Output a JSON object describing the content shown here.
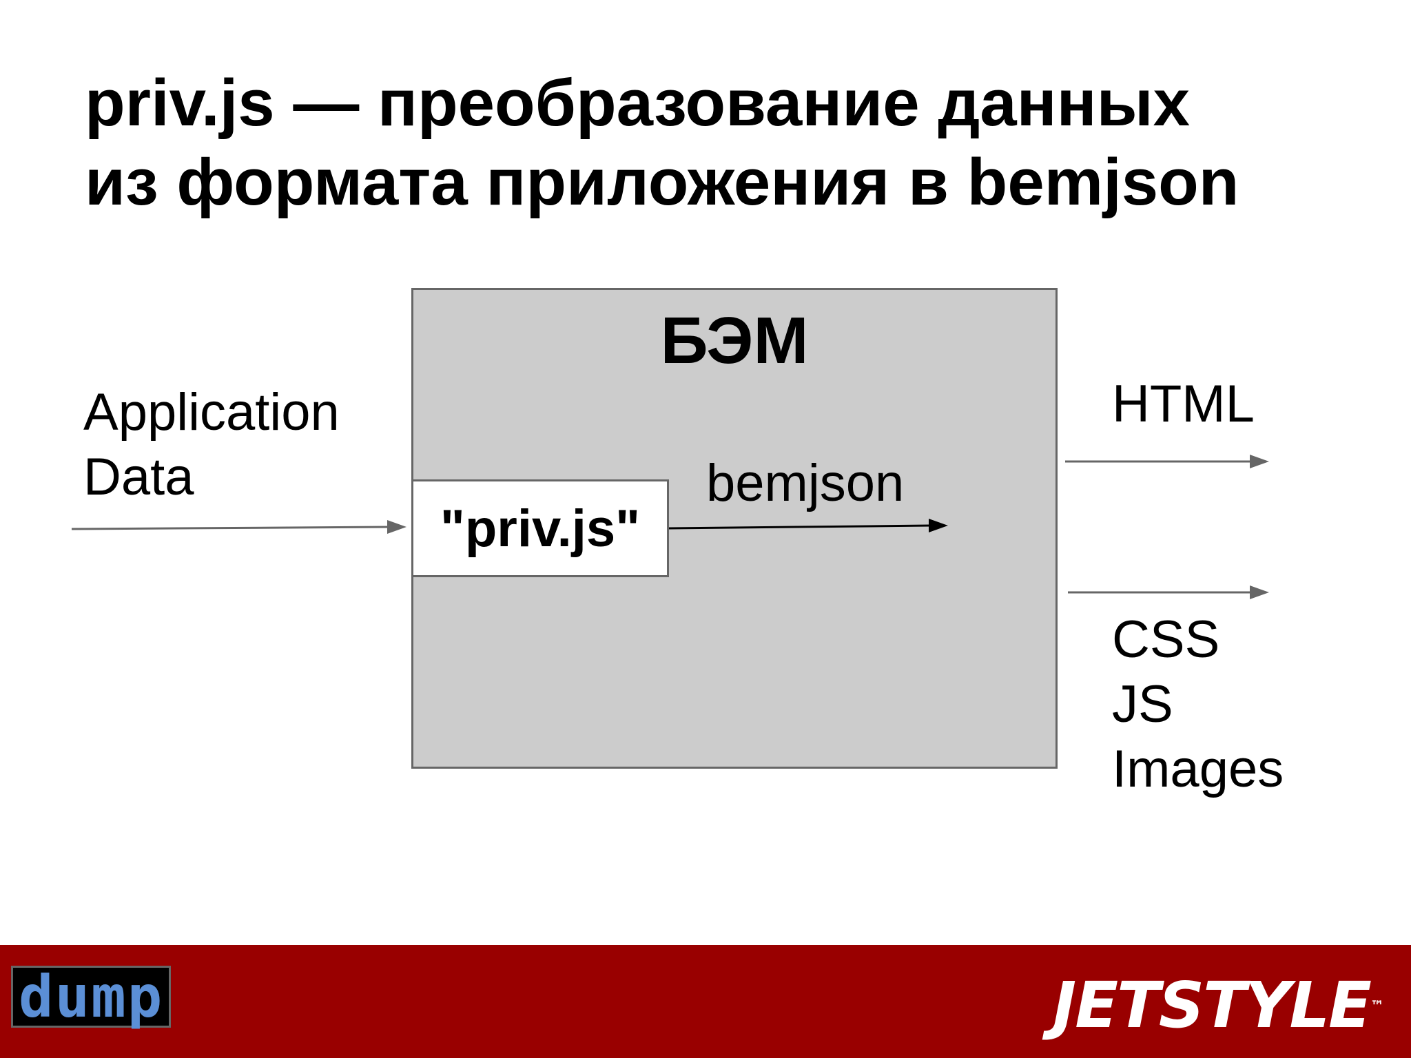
{
  "title": {
    "line1": "priv.js — преобразование данных",
    "line2": "из формата приложения в bemjson"
  },
  "diagram": {
    "input": {
      "line1": "Application",
      "line2": "Data"
    },
    "container_label": "БЭМ",
    "inner_box_label": "\"priv.js\"",
    "inner_arrow_label": "bemjson",
    "output_top": "HTML",
    "output_bottom": [
      "CSS",
      "JS",
      "Images"
    ],
    "colors": {
      "container_fill": "#cccccc",
      "border": "#666666",
      "arrow": "#666666"
    }
  },
  "footer": {
    "background": "#990000",
    "left_logo": "dump",
    "right_logo": "JETSTYLE",
    "right_logo_mark": "™"
  }
}
